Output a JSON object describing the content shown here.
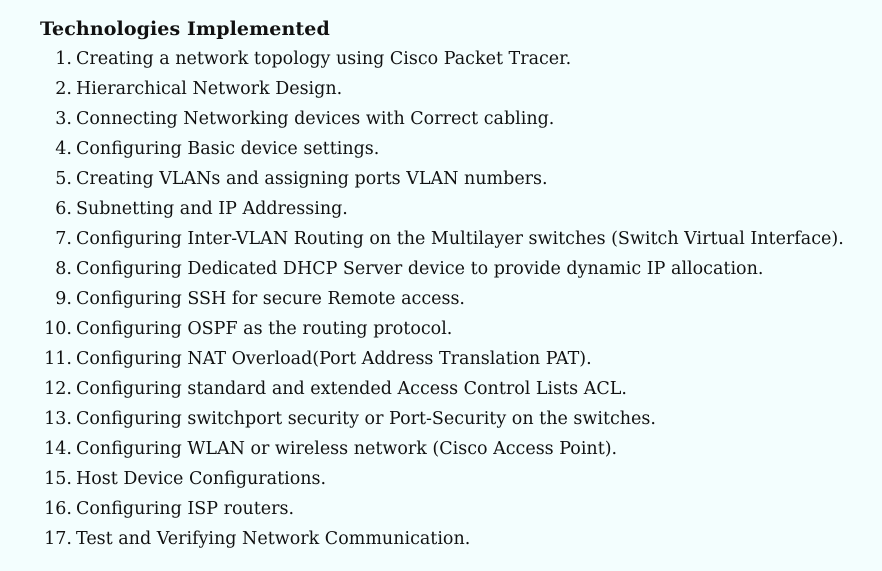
{
  "heading": "Technologies Implemented",
  "items": [
    {
      "num": "1.",
      "text": "Creating a network topology using Cisco Packet Tracer."
    },
    {
      "num": "2.",
      "text": "Hierarchical Network Design."
    },
    {
      "num": "3.",
      "text": "Connecting Networking devices with Correct cabling."
    },
    {
      "num": "4.",
      "text": "Configuring Basic device settings."
    },
    {
      "num": "5.",
      "text": "Creating VLANs and assigning ports VLAN numbers."
    },
    {
      "num": "6.",
      "text": "Subnetting and IP Addressing."
    },
    {
      "num": "7.",
      "text": "Configuring Inter-VLAN Routing on the Multilayer switches (Switch Virtual Interface)."
    },
    {
      "num": "8.",
      "text": "Configuring Dedicated DHCP Server device to provide dynamic IP allocation."
    },
    {
      "num": "9.",
      "text": "Configuring SSH for secure Remote access."
    },
    {
      "num": "10.",
      "text": "Configuring OSPF as the routing protocol."
    },
    {
      "num": "11.",
      "text": "Configuring NAT Overload(Port Address Translation PAT)."
    },
    {
      "num": "12.",
      "text": "Configuring standard and extended Access Control Lists ACL."
    },
    {
      "num": "13.",
      "text": "Configuring switchport security or Port-Security on the switches."
    },
    {
      "num": "14.",
      "text": "Configuring WLAN or wireless network (Cisco Access Point)."
    },
    {
      "num": "15.",
      "text": "Host Device Configurations."
    },
    {
      "num": "16.",
      "text": "Configuring ISP routers."
    },
    {
      "num": "17.",
      "text": "Test and Verifying Network Communication."
    }
  ]
}
